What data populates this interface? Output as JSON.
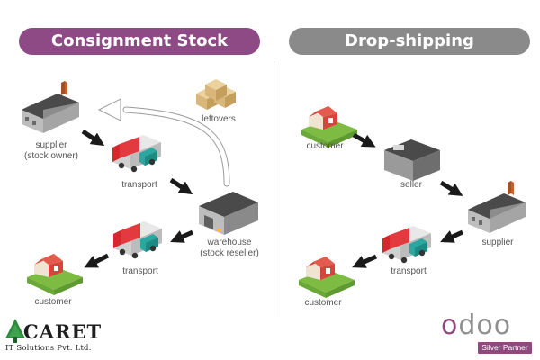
{
  "left_panel": {
    "title": "Consignment Stock",
    "color": "#8e4a84",
    "labels": {
      "supplier_line1": "supplier",
      "supplier_line2": "(stock owner)",
      "transport_top": "transport",
      "leftovers": "leftovers",
      "warehouse_line1": "warehouse",
      "warehouse_line2": "(stock reseller)",
      "transport_bottom": "transport",
      "customer": "customer"
    }
  },
  "right_panel": {
    "title": "Drop-shipping",
    "color": "#8a8a8a",
    "labels": {
      "customer_top": "customer",
      "seller": "seller",
      "supplier": "supplier",
      "transport": "transport",
      "customer_bottom": "customer"
    }
  },
  "logos": {
    "caret_word": "CARET",
    "caret_sub": "IT Solutions Pvt. Ltd.",
    "odoo_word_o1": "o",
    "odoo_word_rest": "doo",
    "odoo_badge": "Silver Partner"
  },
  "icons": [
    "factory-icon",
    "truck-icon",
    "boxes-icon",
    "warehouse-icon",
    "house-icon",
    "seller-building-icon",
    "arrow-icon"
  ],
  "colors": {
    "arrow": "#1a1a1a",
    "truck_red": "#d8262e",
    "house_red": "#d8433b",
    "grass": "#7dbb42",
    "box": "#d9b77a"
  }
}
